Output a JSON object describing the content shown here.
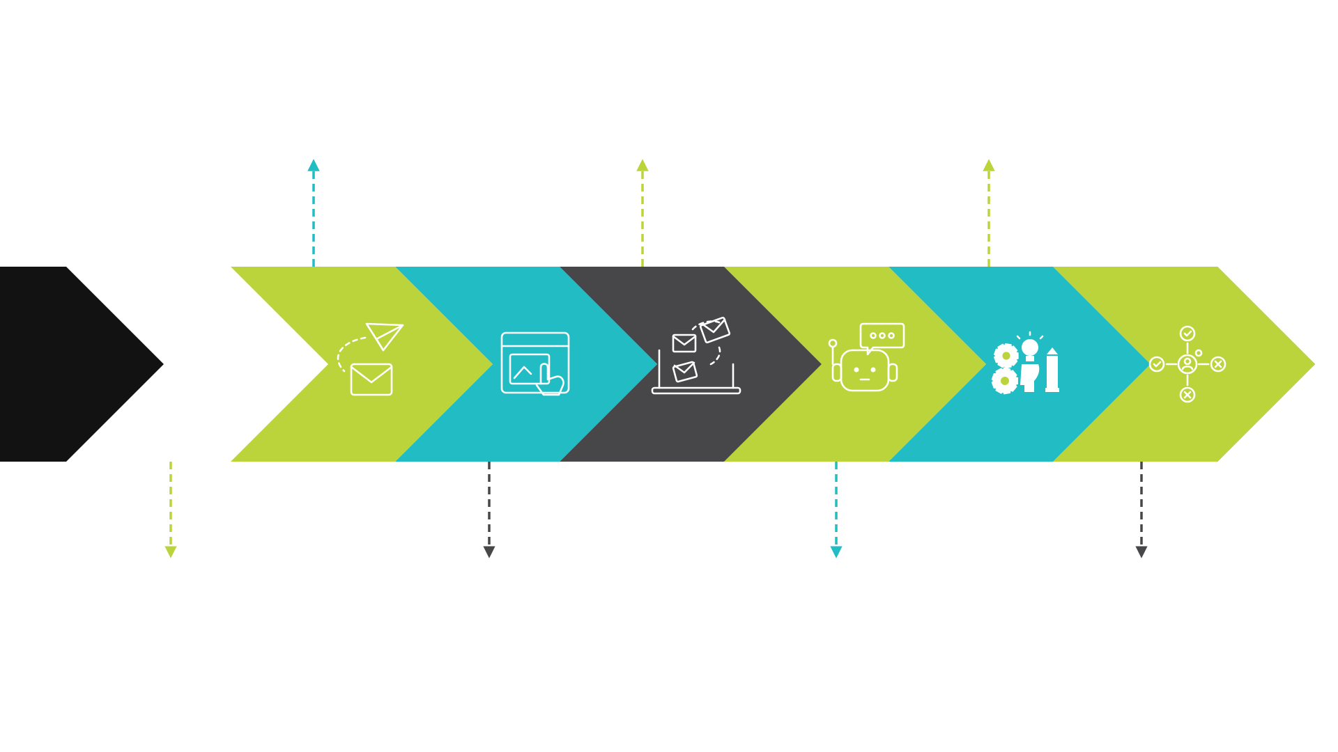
{
  "colors": {
    "black": "#121212",
    "green": "#bcd43c",
    "teal": "#22bcc4",
    "gray": "#474749",
    "background": "#ffffff"
  },
  "timeline": {
    "segments": [
      {
        "color": "black",
        "icon": null
      },
      {
        "color": "green",
        "icon": "gears-cycle-icon"
      },
      {
        "color": "teal",
        "icon": "send-email-icon"
      },
      {
        "color": "gray",
        "icon": "browser-click-icon"
      },
      {
        "color": "green",
        "icon": "laptop-emails-icon"
      },
      {
        "color": "teal",
        "icon": "chatbot-icon"
      },
      {
        "color": "green",
        "icon": "gears-lightbulb-pencil-icon"
      },
      {
        "color": "gray",
        "icon": "decision-network-icon"
      }
    ],
    "connectors": [
      {
        "direction": "down",
        "color": "green"
      },
      {
        "direction": "up",
        "color": "teal"
      },
      {
        "direction": "down",
        "color": "gray"
      },
      {
        "direction": "up",
        "color": "green"
      },
      {
        "direction": "down",
        "color": "teal"
      },
      {
        "direction": "up",
        "color": "green"
      },
      {
        "direction": "down",
        "color": "gray"
      }
    ]
  }
}
